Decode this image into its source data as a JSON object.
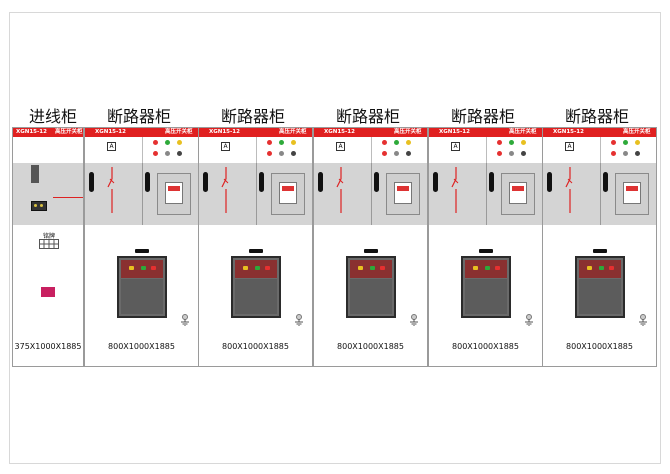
{
  "cabinets": [
    {
      "title": "进线柜",
      "model": "XGN15-12",
      "dimensions": "375X1000X1885",
      "bottom_label": "铭牌"
    },
    {
      "title": "断路器柜",
      "model": "XGN15-12",
      "model_right": "高压开关柜",
      "ammeter": "A",
      "dimensions": "800X1000X1885"
    },
    {
      "title": "断路器柜",
      "model": "XGN15-12",
      "model_right": "高压开关柜",
      "ammeter": "A",
      "dimensions": "800X1000X1885"
    },
    {
      "title": "断路器柜",
      "model": "XGN15-12",
      "model_right": "高压开关柜",
      "ammeter": "A",
      "dimensions": "800X1000X1885"
    },
    {
      "title": "断路器柜",
      "model": "XGN15-12",
      "model_right": "高压开关柜",
      "ammeter": "A",
      "dimensions": "800X1000X1885"
    },
    {
      "title": "断路器柜",
      "model": "XGN15-12",
      "model_right": "高压开关柜",
      "ammeter": "A",
      "dimensions": "800X1000X1885"
    }
  ],
  "incoming_header_label": "高压开关柜",
  "colors": {
    "red_bar": "#e02020",
    "panel_grey": "#d4d4d4",
    "lamp_red": "#e53030",
    "lamp_green": "#2eaa3a",
    "lamp_yellow": "#e8c020",
    "bus_red": "#dd2222"
  },
  "icons": [
    "ammeter-icon",
    "indicator-lamp-icon",
    "breaker-symbol-icon",
    "ground-symbol-icon",
    "nameplate-icon"
  ]
}
